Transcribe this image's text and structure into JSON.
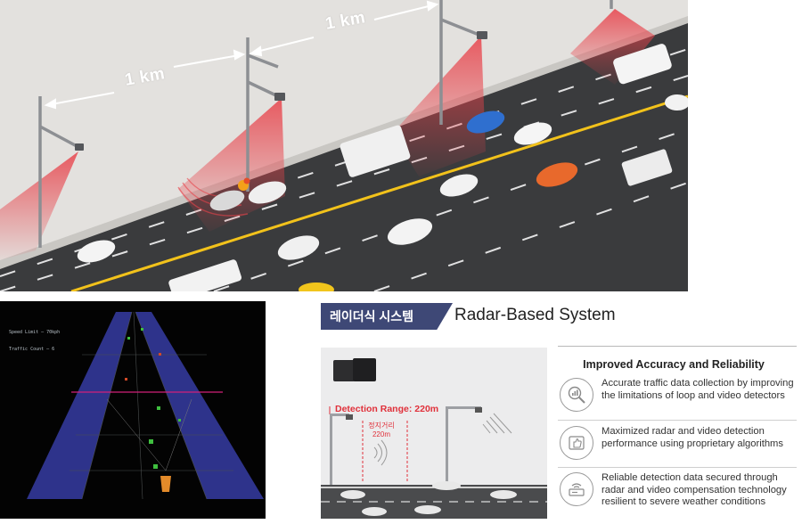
{
  "hero": {
    "distance_labels": [
      "1 km",
      "1 km"
    ]
  },
  "radar_screen": {
    "readouts": [
      "Speed Limit — 70kph",
      "Traffic Count — 6"
    ]
  },
  "section": {
    "title_ko": "레이더식 시스템",
    "title_en": "Radar-Based System"
  },
  "diagram": {
    "detection_range": "Detection Range: 220m",
    "stopping_distance": [
      "정지거리",
      "220m"
    ]
  },
  "info": {
    "heading": "Improved Accuracy and Reliability",
    "features": [
      {
        "icon": "magnifier-chart-icon",
        "text": "Accurate traffic data collection by improving the limitations of loop and video detectors"
      },
      {
        "icon": "thumbs-up-icon",
        "text": "Maximized radar and video detection performance using proprietary algorithms"
      },
      {
        "icon": "radar-device-icon",
        "text": "Reliable detection data secured through radar and video compensation technology resilient to severe weather conditions"
      }
    ]
  },
  "colors": {
    "radar_beam": "#e8424a",
    "title_tag": "#3e4876",
    "road": "#3a3b3d",
    "lane_yellow": "#f2c21b",
    "radar_lane": "#3b3e9a"
  }
}
